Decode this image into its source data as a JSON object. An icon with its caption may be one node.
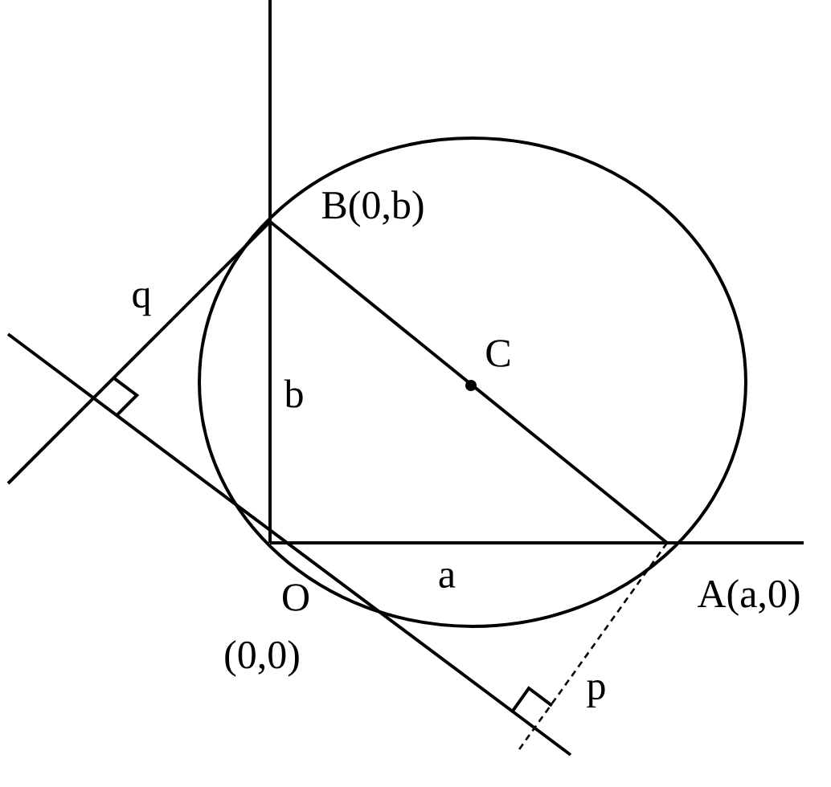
{
  "diagram": {
    "labels": [
      "B(0,b)",
      "q",
      "C",
      "b",
      "O",
      "a",
      "A(a,0)",
      "(0,0)",
      "p"
    ]
  }
}
